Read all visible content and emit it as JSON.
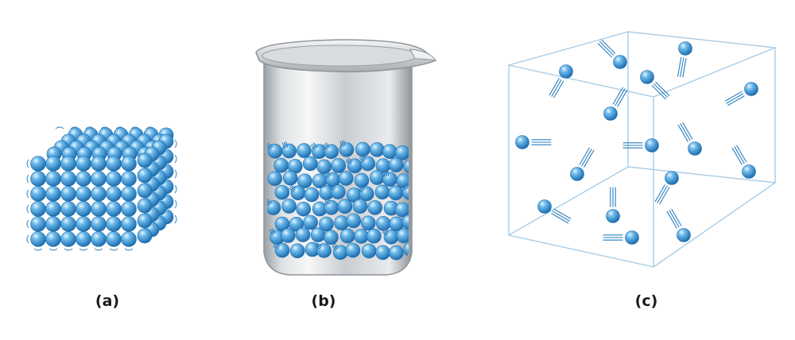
{
  "panels": [
    {
      "id": "a",
      "caption": "(a)",
      "state_depicted": "solid"
    },
    {
      "id": "b",
      "caption": "(b)",
      "state_depicted": "liquid"
    },
    {
      "id": "c",
      "caption": "(c)",
      "state_depicted": "gas"
    }
  ],
  "colors": {
    "particle": "#4a9fd8",
    "particle_dark": "#1f6fb0",
    "particle_light": "#cfeaff",
    "motion_lines": "#2a7fc0",
    "box_edges": "#a8cce6",
    "beaker_glass": "#c9cdd1",
    "beaker_shadow": "#8e9499"
  }
}
